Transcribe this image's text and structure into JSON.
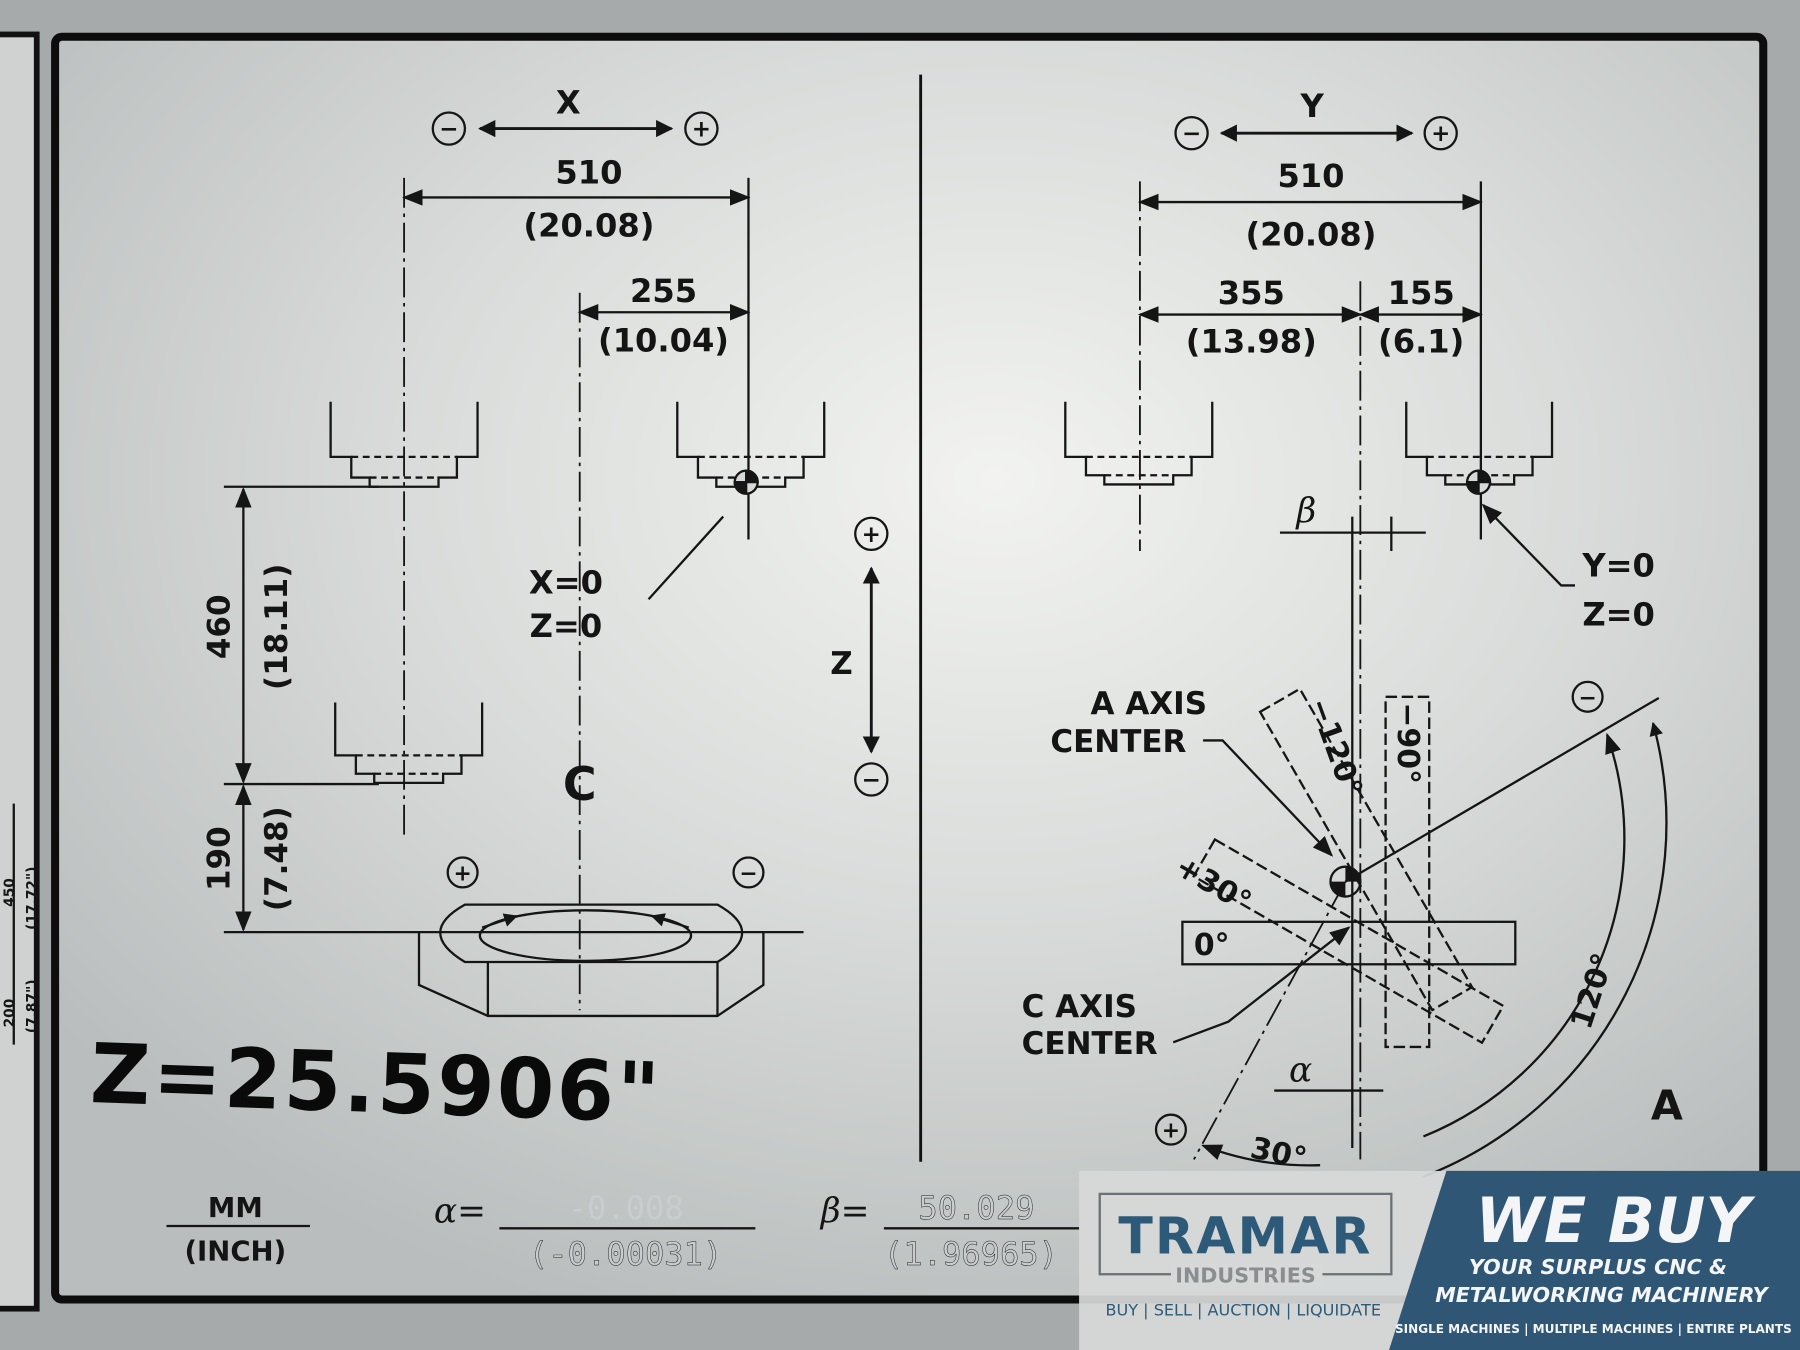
{
  "left_view": {
    "axis_label": "X",
    "minus": "−",
    "plus": "+",
    "dim_total": "510",
    "dim_total_inch": "(20.08)",
    "dim_half": "255",
    "dim_half_inch": "(10.04)",
    "zero_x": "X=0",
    "zero_z": "Z=0",
    "dim_vertical": "460",
    "dim_vertical_inch": "(18.11)",
    "dim_lower": "190",
    "dim_lower_inch": "(7.48)",
    "z_axis_label": "Z",
    "c_label": "C",
    "handwritten_note": "Z=25.5906\""
  },
  "right_view": {
    "axis_label": "Y",
    "minus": "−",
    "plus": "+",
    "dim_total": "510",
    "dim_total_inch": "(20.08)",
    "dim_left": "355",
    "dim_left_inch": "(13.98)",
    "dim_right": "155",
    "dim_right_inch": "(6.1)",
    "beta_label": "β",
    "alpha_label": "α",
    "zero_y": "Y=0",
    "zero_z": "Z=0",
    "a_axis_center_1": "A AXIS",
    "a_axis_center_2": "CENTER",
    "c_axis_center_1": "C AXIS",
    "c_axis_center_2": "CENTER",
    "angle_plus30": "+30°",
    "angle_0": "0°",
    "angle_minus120": "−120°",
    "angle_minus90": "−90°",
    "angle_120": "120°",
    "angle_30": "30°",
    "a_label": "A"
  },
  "footer": {
    "unit_mm": "MM",
    "unit_inch": "(INCH)",
    "alpha_eq": "α=",
    "alpha_mm": "-0.008",
    "alpha_inch": "(-0.00031)",
    "beta_eq": "β=",
    "beta_mm": "50.029",
    "beta_inch": "(1.96965)"
  },
  "side_plate": {
    "dim_a": "200",
    "dim_a_inch": "(7.87\")",
    "dim_b": "450",
    "dim_b_inch": "(17.72\")"
  },
  "banner": {
    "brand": "TRAMAR",
    "brand_sub": "INDUSTRIES",
    "services": "BUY | SELL | AUCTION | LIQUIDATE",
    "headline": "WE BUY",
    "sub1": "YOUR SURPLUS CNC &",
    "sub2": "METALWORKING MACHINERY",
    "tagline": "SINGLE MACHINES | MULTIPLE MACHINES | ENTIRE PLANTS",
    "brand_color": "#2d5a78",
    "panel_color": "#2f5674"
  }
}
